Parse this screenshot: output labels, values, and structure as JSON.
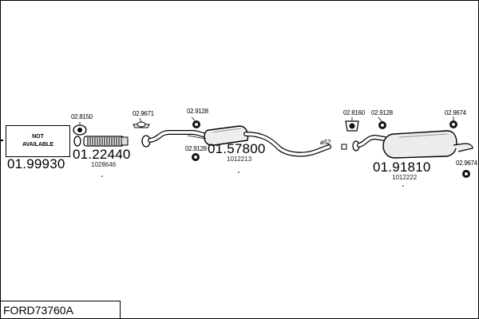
{
  "diagram": {
    "title": "FORD73760A",
    "not_available": "NOT AVAILABLE",
    "parts": {
      "p1_number": "01.99930",
      "p2_number": "01.22440",
      "p2_ref": "1028646",
      "p3_number": "01.57800",
      "p3_ref": "1012213",
      "p4_number": "01.91810",
      "p4_ref": "1012222"
    },
    "accessories": {
      "a_28150": "02.8150",
      "a_29671": "02.9671",
      "a_29128_top": "02.9128",
      "a_29128_mid": "02.9128",
      "a_28160": "02.8160",
      "a_29128_right": "02.9128",
      "a_29674_top": "02.9674",
      "a_29674_bottom": "02.9674"
    },
    "pipe_diameter": "ø52"
  }
}
